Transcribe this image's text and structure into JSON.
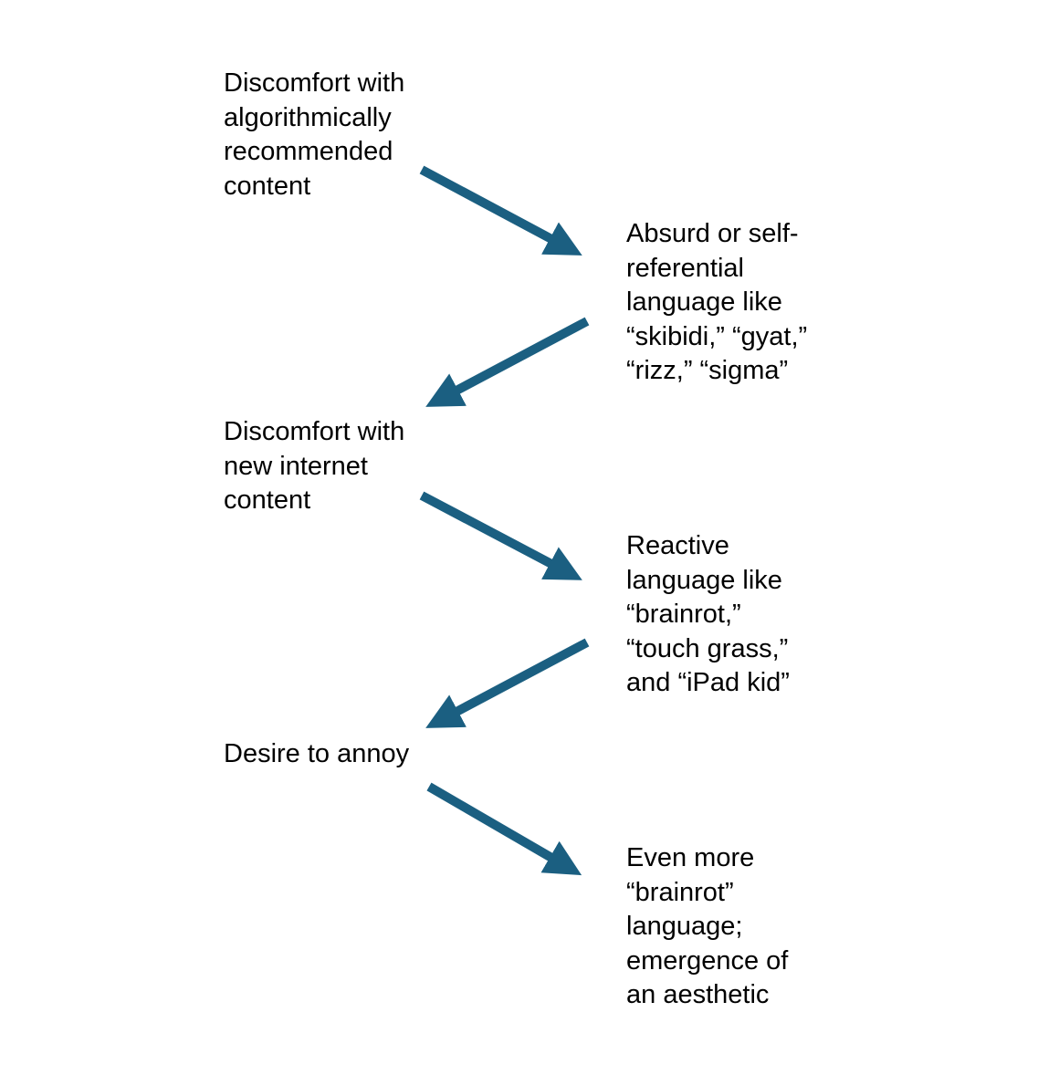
{
  "nodes": [
    {
      "id": "n1",
      "text": "Discomfort with\nalgorithmically\nrecommended\ncontent"
    },
    {
      "id": "n2",
      "text": "Absurd or self-\nreferential\nlanguage like\n“skibidi,” “gyat,”\n“rizz,” “sigma”"
    },
    {
      "id": "n3",
      "text": "Discomfort with\nnew internet\ncontent"
    },
    {
      "id": "n4",
      "text": "Reactive\nlanguage like\n“brainrot,”\n“touch grass,”\nand “iPad kid”"
    },
    {
      "id": "n5",
      "text": "Desire to annoy"
    },
    {
      "id": "n6",
      "text": "Even more\n“brainrot”\nlanguage;\nemergence of\nan aesthetic"
    }
  ],
  "edges": [
    {
      "from": "n1",
      "to": "n2"
    },
    {
      "from": "n2",
      "to": "n3"
    },
    {
      "from": "n3",
      "to": "n4"
    },
    {
      "from": "n4",
      "to": "n5"
    },
    {
      "from": "n5",
      "to": "n6"
    }
  ],
  "colors": {
    "arrow": "#1b5f81",
    "text": "#000000",
    "background": "#ffffff"
  }
}
